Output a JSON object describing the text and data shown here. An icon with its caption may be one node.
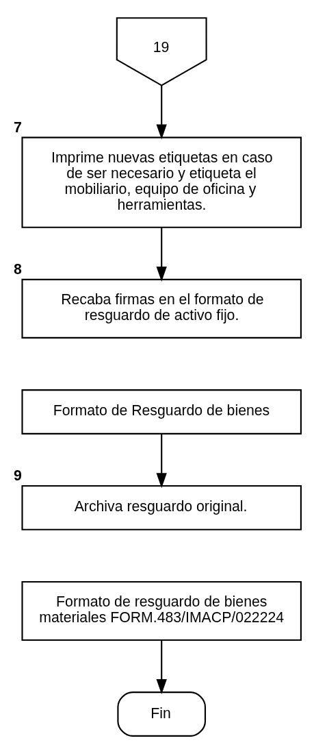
{
  "diagram": {
    "nodes": [
      {
        "text": [
          "19"
        ]
      },
      {
        "text": [
          "Imprime nuevas etiquetas en caso de ser necesario y etiqueta el mobiliario, equipo de oficina y herramientas."
        ],
        "beside": [
          "7"
        ]
      },
      {
        "text": [
          "Recaba firmas en el formato de resguardo de activo fijo."
        ],
        "beside": [
          "8"
        ]
      },
      {
        "text": [
          "Formato de Resguardo de bienes"
        ]
      },
      {
        "text": [
          "Archiva resguardo original."
        ],
        "beside": [
          "9"
        ]
      },
      {
        "text": [
          "Formato de resguardo de bienes materiales FORM.483/IMACP/022224"
        ]
      },
      {
        "text": [
          "Fin"
        ]
      }
    ],
    "edges": [
      {
        "from": 0,
        "to": 1,
        "arrow": "to"
      },
      {
        "from": 1,
        "to": 2,
        "arrow": "to"
      },
      {
        "from": 3,
        "to": 4,
        "arrow": "to"
      },
      {
        "from": 5,
        "to": 6,
        "arrow": "to"
      }
    ]
  }
}
